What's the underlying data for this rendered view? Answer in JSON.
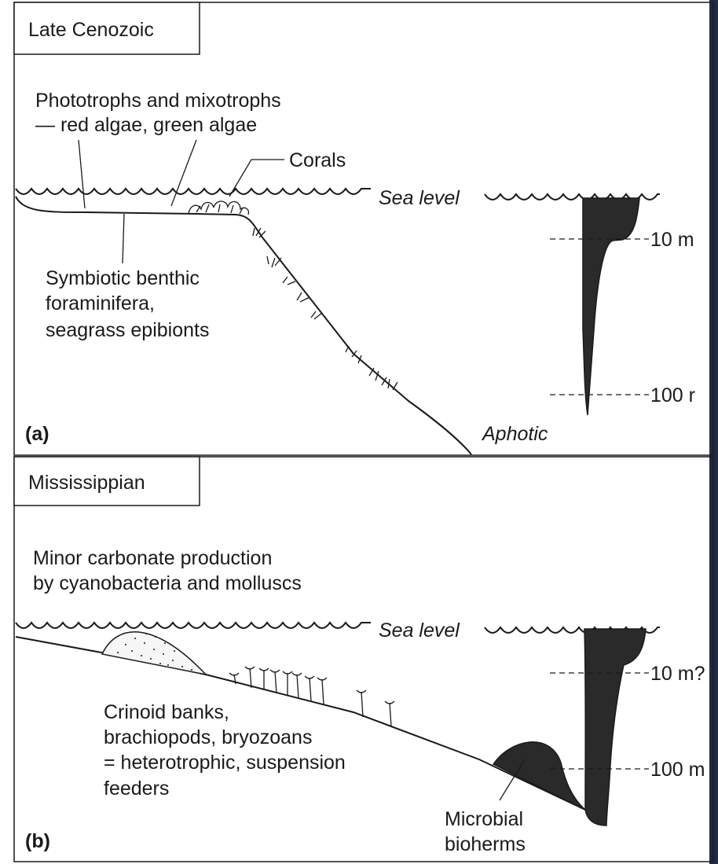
{
  "panel_a": {
    "era": "Late Cenozoic",
    "letter": "(a)",
    "phototrophs_line1": "Phototrophs and mixotrophs",
    "phototrophs_line2": "— red algae, green algae",
    "corals": "Corals",
    "sea_level": "Sea level",
    "benthic_line1": "Symbiotic benthic",
    "benthic_line2": "foraminifera,",
    "benthic_line3": "seagrass epibionts",
    "depth_10": "10 m",
    "depth_100": "100 r",
    "aphotic": "Aphotic"
  },
  "panel_b": {
    "era": "Mississippian",
    "letter": "(b)",
    "minor_line1": "Minor carbonate production",
    "minor_line2": "by cyanobacteria and molluscs",
    "sea_level": "Sea level",
    "crinoid_line1": "Crinoid banks,",
    "crinoid_line2": "brachiopods, bryozoans",
    "crinoid_line3": "= heterotrophic, suspension",
    "crinoid_line4": "feeders",
    "microbial_line1": "Microbial",
    "microbial_line2": "bioherms",
    "depth_10": "10 m?",
    "depth_100": "100 m"
  },
  "colors": {
    "ink": "#1a1a1a",
    "right_edge_background": "#1f2a44"
  }
}
